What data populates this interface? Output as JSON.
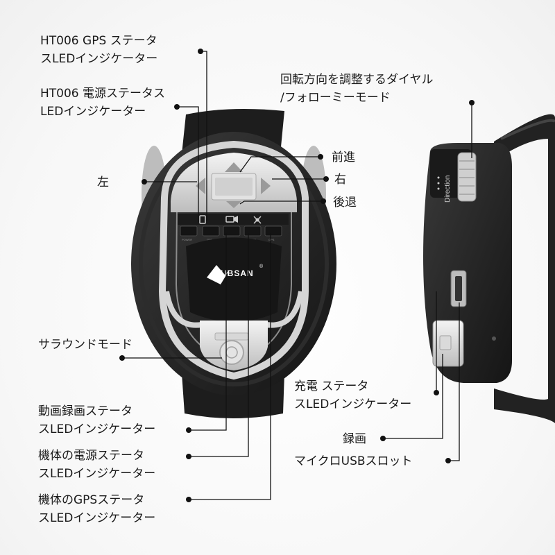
{
  "labels": {
    "ht006_gps_1": "HT006 GPS ステータ",
    "ht006_gps_2": "スLEDインジケーター",
    "ht006_power_1": "HT006 電源ステータス",
    "ht006_power_2": "LEDインジケーター",
    "left": "左",
    "surround": "サラウンドモード",
    "video_status_1": "動画録画ステータ",
    "video_status_2": "スLEDインジケーター",
    "aircraft_power_1": "機体の電源ステータ",
    "aircraft_power_2": "スLEDインジケーター",
    "aircraft_gps_1": "機体のGPSステータ",
    "aircraft_gps_2": "スLEDインジケーター",
    "dial_1": "回転方向を調整するダイヤル",
    "dial_2": "/フォローミーモード",
    "forward": "前進",
    "right": "右",
    "backward": "後退",
    "charge_1": "充電 ステータ",
    "charge_2": "スLEDインジケーター",
    "record": "録画",
    "usb": "マイクロUSBスロット"
  },
  "device": {
    "brand": "UBSAN",
    "brand_mark": "®",
    "buttons": [
      "POWER",
      "GPS",
      "VIDEO",
      "POWER",
      "GPS"
    ],
    "side_text": "Direction"
  },
  "icons": {
    "top_left": "phone-icon",
    "top_mid": "video-camera-icon",
    "top_right": "satellite-icon"
  }
}
